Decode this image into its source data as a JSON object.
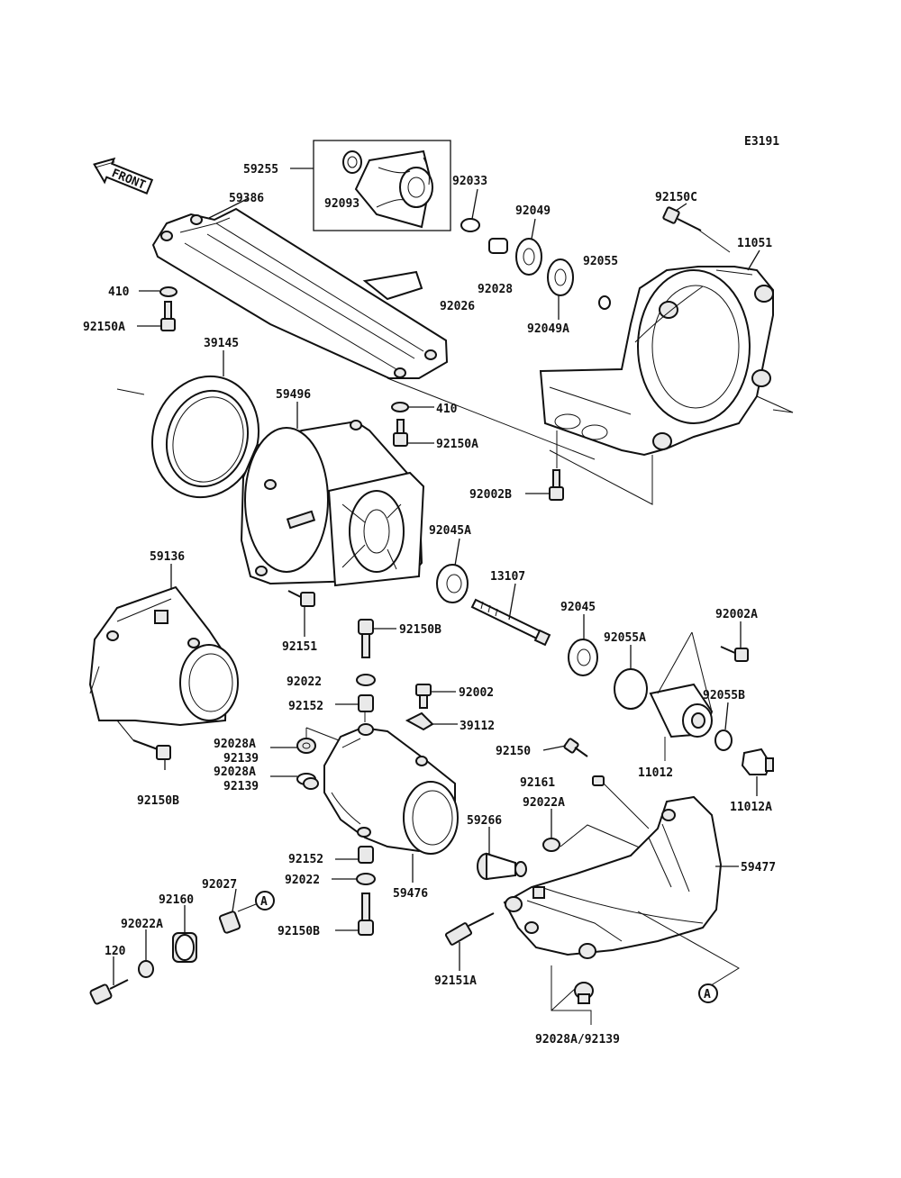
{
  "diagram_code": "E3191",
  "front_label": "FRONT",
  "callouts": {
    "c59255": "59255",
    "c92093": "92093",
    "c92033": "92033",
    "c92049": "92049",
    "c92150C": "92150C",
    "c11051": "11051",
    "c59386": "59386",
    "c92055": "92055",
    "c410a": "410",
    "c92028": "92028",
    "c92026": "92026",
    "c92049A": "92049A",
    "c92150A_a": "92150A",
    "c39145": "39145",
    "c410b": "410",
    "c59496": "59496",
    "c92150A_b": "92150A",
    "c92002B": "92002B",
    "c92045A": "92045A",
    "c59136": "59136",
    "c13107": "13107",
    "c92045": "92045",
    "c92002A": "92002A",
    "c92151": "92151",
    "c92150B_a": "92150B",
    "c92055A": "92055A",
    "c92022_a": "92022",
    "c92002": "92002",
    "c92055B": "92055B",
    "c92152_a": "92152",
    "c39112": "39112",
    "c92028A_a": "92028A",
    "c92139_a": "92139",
    "c92150": "92150",
    "c92028A_b": "92028A",
    "c92139_b": "92139",
    "c11012": "11012",
    "c92150B_b": "92150B",
    "c92161": "92161",
    "c11012A": "11012A",
    "c92022A_a": "92022A",
    "c59266": "59266",
    "c92152_b": "92152",
    "c59477": "59477",
    "c92027": "92027",
    "c92022_b": "92022",
    "c59476": "59476",
    "c92160": "92160",
    "refA_a": "A",
    "c92150B_c": "92150B",
    "c92022A_b": "92022A",
    "c120": "120",
    "c92151A": "92151A",
    "refA_b": "A",
    "c92028A_92139": "92028A/92139"
  }
}
